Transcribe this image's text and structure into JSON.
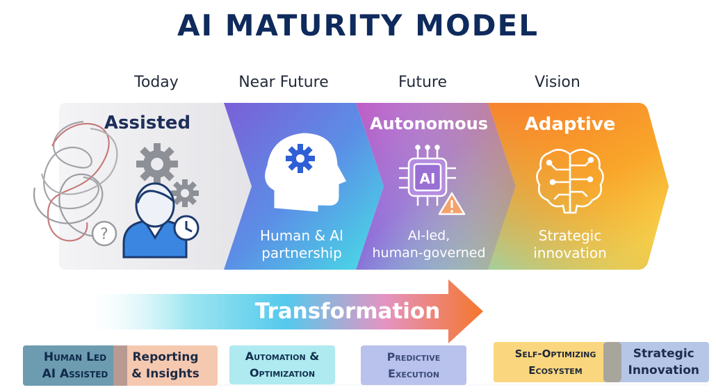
{
  "title": "AI MATURITY MODEL",
  "stages": [
    {
      "timeframe": "Today",
      "name": "Assisted",
      "description_line1": "",
      "description_line2": ""
    },
    {
      "timeframe": "Near Future",
      "name": "",
      "description_line1": "Human & AI",
      "description_line2": "partnership"
    },
    {
      "timeframe": "Future",
      "name": "Autonomous",
      "description_line1": "AI-led,",
      "description_line2": "human-governed"
    },
    {
      "timeframe": "Vision",
      "name": "Adaptive",
      "description_line1": "Strategic",
      "description_line2": "innovation"
    }
  ],
  "chip_label": "AI",
  "transformation_label": "Transformation",
  "boxes": [
    {
      "line1": "Human Led",
      "line2": "AI Assisted"
    },
    {
      "line1": "Reporting",
      "line2": "& Insights"
    },
    {
      "line1": "Automation &",
      "line2": "Optimization"
    },
    {
      "line1": "Predictive",
      "line2": "Execution"
    },
    {
      "line1": "Self-Optimizing",
      "line2": "Ecosystem"
    },
    {
      "line1": "Strategic",
      "line2": "Innovation"
    }
  ],
  "colors": {
    "title": "#0f2a5c",
    "assisted_bg": "#e9e9ec",
    "near_future_from": "#5b7fe0",
    "near_future_to": "#49d6e8",
    "future_from": "#9a5cc8",
    "future_to": "#f07a4a",
    "vision_from": "#f7882c",
    "vision_to": "#f6c22f",
    "icon_blue": "#2f6fd6"
  }
}
